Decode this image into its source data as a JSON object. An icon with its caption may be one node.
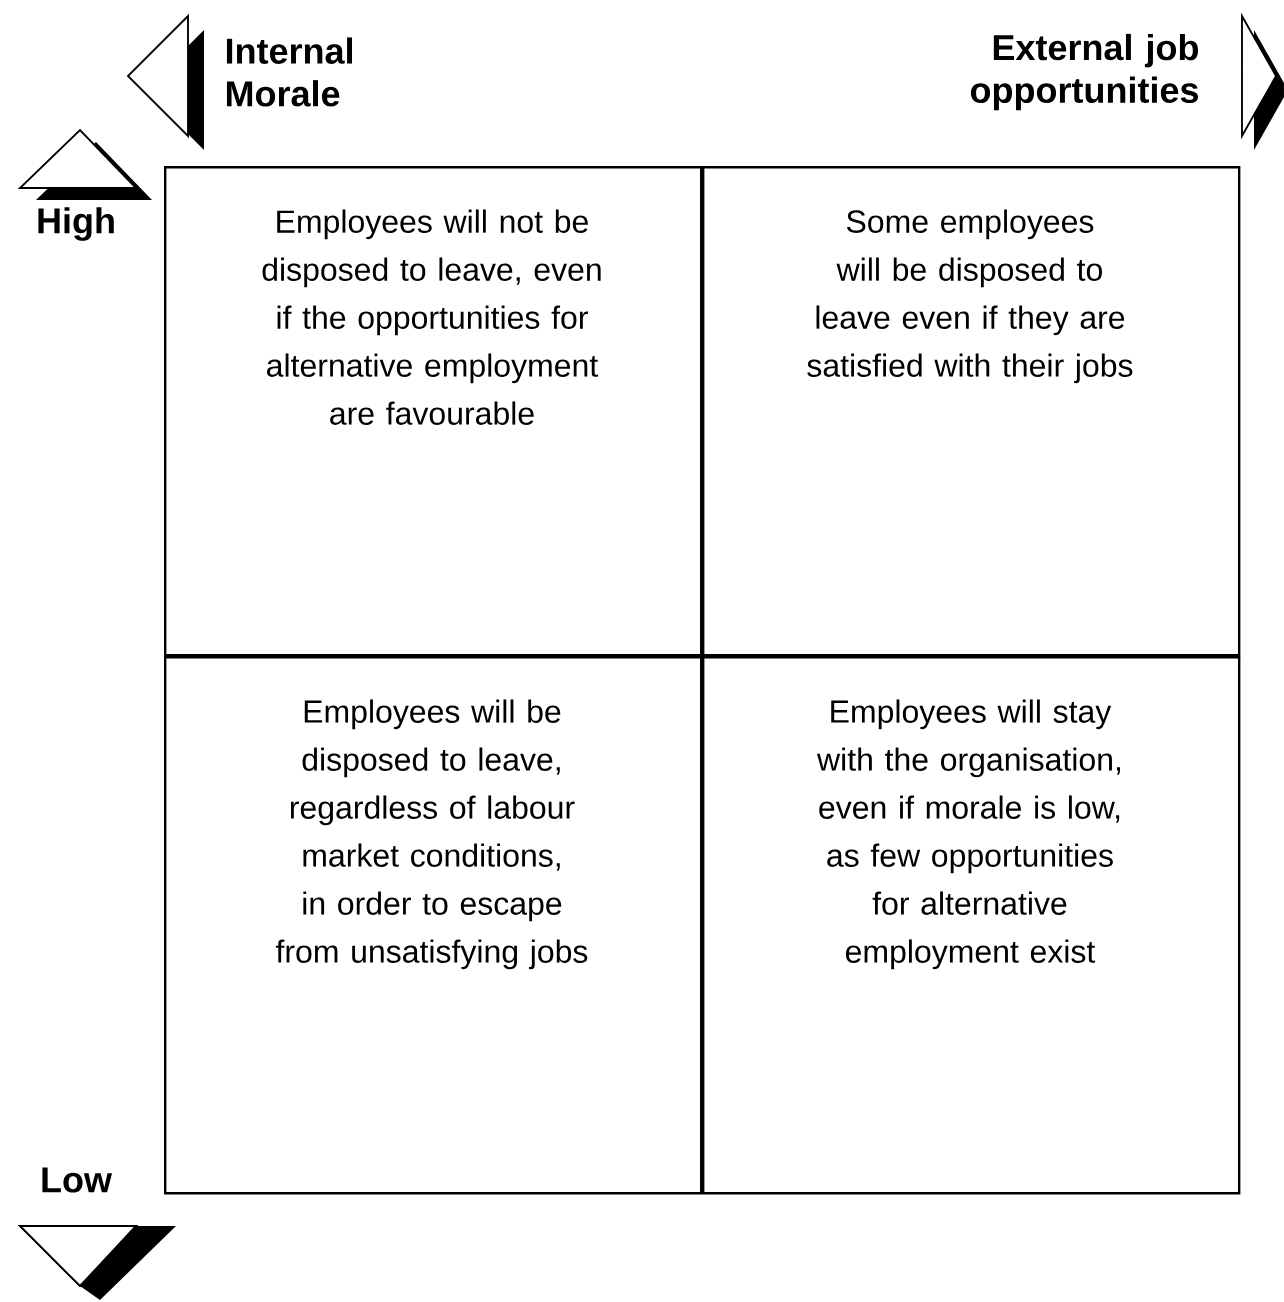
{
  "diagram": {
    "nodes": [
      {
        "text": [
          "Employees will not be disposed to leave, even if the opportunities for alternative employment are favourable"
        ]
      },
      {
        "text": [
          "Some employees will be disposed to leave even if they are satisfied with their jobs"
        ]
      },
      {
        "text": [
          "Employees will be disposed to leave, regardless of labour market conditions, in order to escape from unsatisfying jobs"
        ]
      },
      {
        "text": [
          "Employees will stay with the organisation, even if morale is low, as few opportunities for alternative employment exist"
        ]
      }
    ],
    "labels": [
      "Internal Morale",
      "External job opportunities",
      "High",
      "Low"
    ]
  }
}
